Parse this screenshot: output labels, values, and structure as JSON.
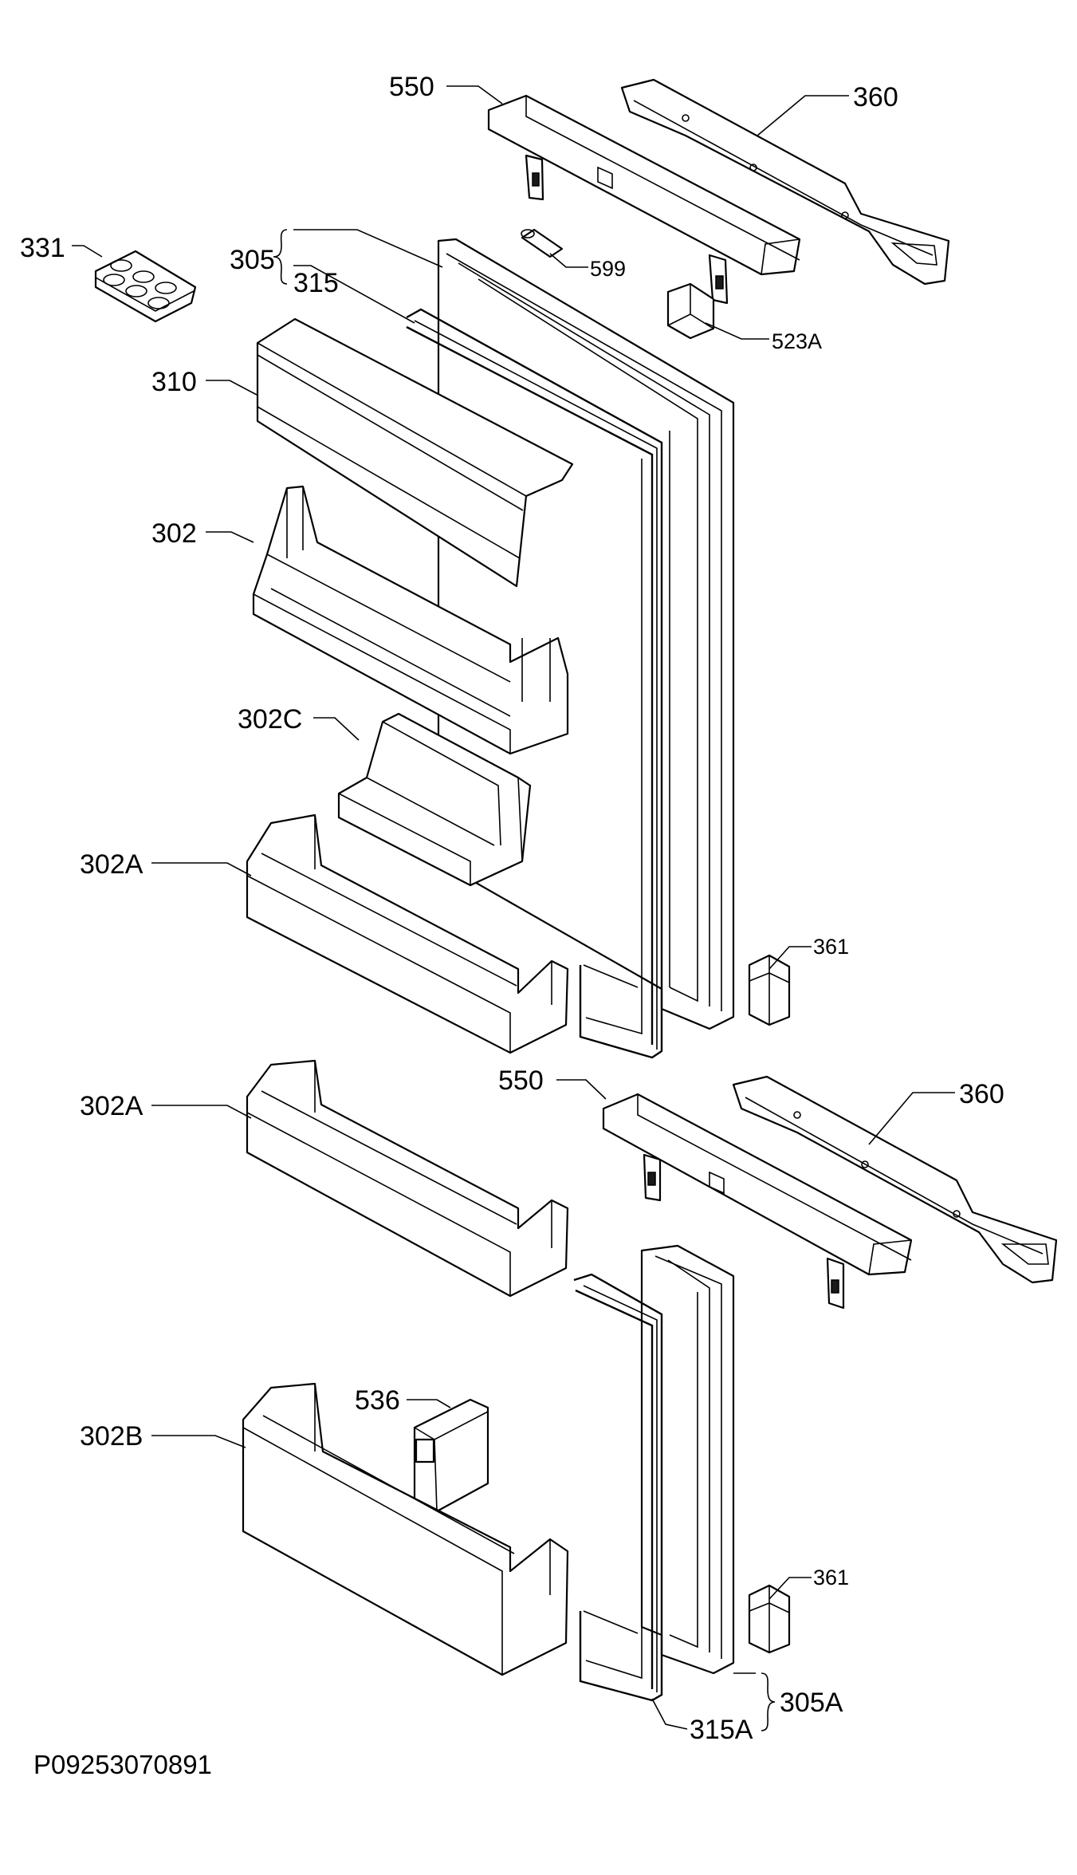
{
  "labels": {
    "p550_top": "550",
    "p360_top": "360",
    "p331": "331",
    "p305": "305",
    "p315": "315",
    "p599": "599",
    "p523A": "523A",
    "p310": "310",
    "p302": "302",
    "p302C": "302C",
    "p302A_top": "302A",
    "p361_top": "361",
    "p302A_bottom": "302A",
    "p550_bottom": "550",
    "p360_bottom": "360",
    "p536": "536",
    "p302B": "302B",
    "p361_bottom": "361",
    "p305A": "305A",
    "p315A": "315A"
  },
  "reference_code": "P09253070891"
}
